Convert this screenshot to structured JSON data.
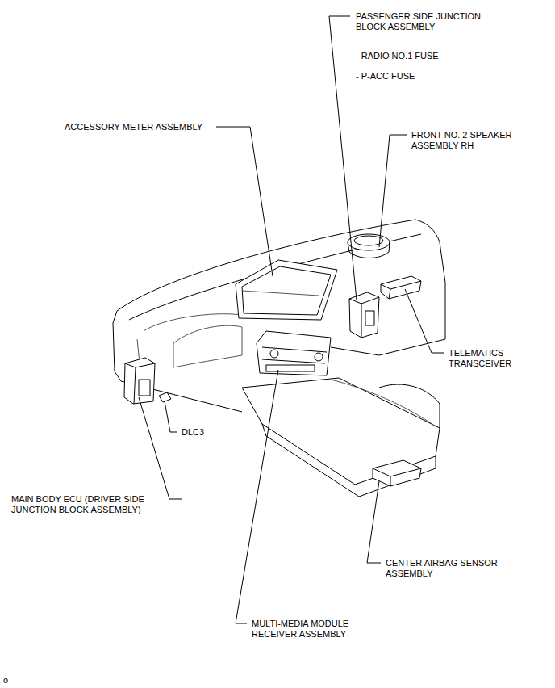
{
  "diagram": {
    "labels": [
      "PASSENGER SIDE JUNCTION BLOCK ASSEMBLY",
      "- RADIO NO.1 FUSE",
      "- P-ACC FUSE",
      "ACCESSORY METER ASSEMBLY",
      "FRONT NO. 2 SPEAKER ASSEMBLY RH",
      "TELEMATICS TRANSCEIVER",
      "DLC3",
      "MAIN BODY ECU (DRIVER SIDE JUNCTION BLOCK ASSEMBLY)",
      "CENTER AIRBAG SENSOR ASSEMBLY",
      "MULTI-MEDIA MODULE RECEIVER ASSEMBLY",
      "o"
    ]
  }
}
